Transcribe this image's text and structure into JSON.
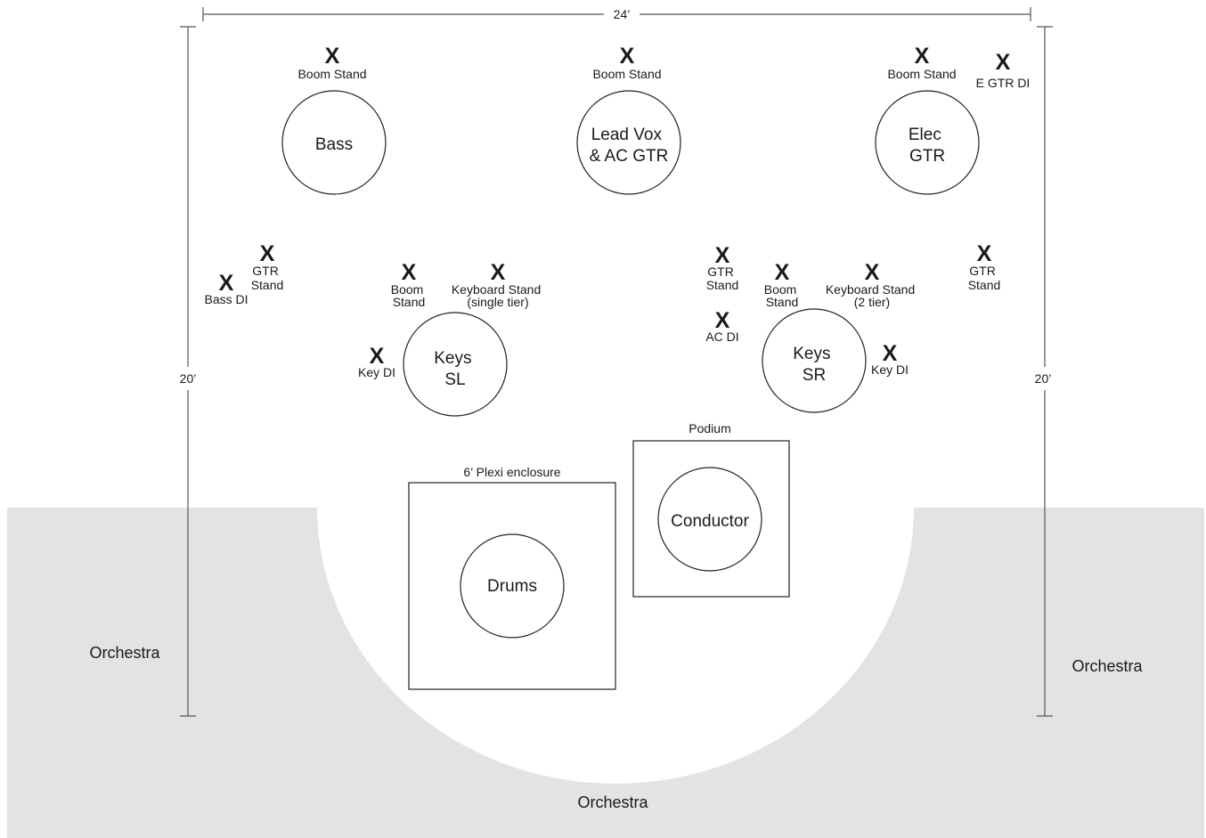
{
  "colors": {
    "orchestra_fill": "#e3e3e3",
    "stage_fill": "#ffffff",
    "line": "#222222"
  },
  "dimensions": {
    "width": "24’",
    "depth_left": "20’",
    "depth_right": "20’"
  },
  "areas": {
    "orchestra_left": "Orchestra",
    "orchestra_right": "Orchestra",
    "orchestra_bottom": "Orchestra"
  },
  "positions": {
    "bass": [
      "Bass"
    ],
    "lead_vox": [
      "Lead Vox",
      "& AC GTR"
    ],
    "elec_gtr": [
      "Elec",
      "GTR"
    ],
    "keys_sl": [
      "Keys",
      "SL"
    ],
    "keys_sr": [
      "Keys",
      "SR"
    ],
    "drums": [
      "Drums"
    ],
    "conductor": [
      "Conductor"
    ]
  },
  "enclosures": {
    "plexi": "6’ Plexi enclosure",
    "podium": "Podium"
  },
  "marker_symbol": "X",
  "markers": {
    "bass_boom": [
      "Boom Stand"
    ],
    "lead_boom": [
      "Boom Stand"
    ],
    "elec_boom": [
      "Boom Stand"
    ],
    "egtr_di": [
      "E GTR DI"
    ],
    "bass_di": [
      "Bass DI"
    ],
    "gtr_stand_l": [
      "GTR",
      "Stand"
    ],
    "boom_sl": [
      "Boom",
      "Stand"
    ],
    "kbd_stand_sl": [
      "Keyboard Stand",
      "(single tier)"
    ],
    "key_di_sl": [
      "Key DI"
    ],
    "gtr_stand_c": [
      "GTR",
      "Stand"
    ],
    "ac_di": [
      "AC DI"
    ],
    "boom_sr": [
      "Boom",
      "Stand"
    ],
    "kbd_stand_sr": [
      "Keyboard Stand",
      "(2 tier)"
    ],
    "key_di_sr": [
      "Key DI"
    ],
    "gtr_stand_r": [
      "GTR",
      "Stand"
    ]
  }
}
